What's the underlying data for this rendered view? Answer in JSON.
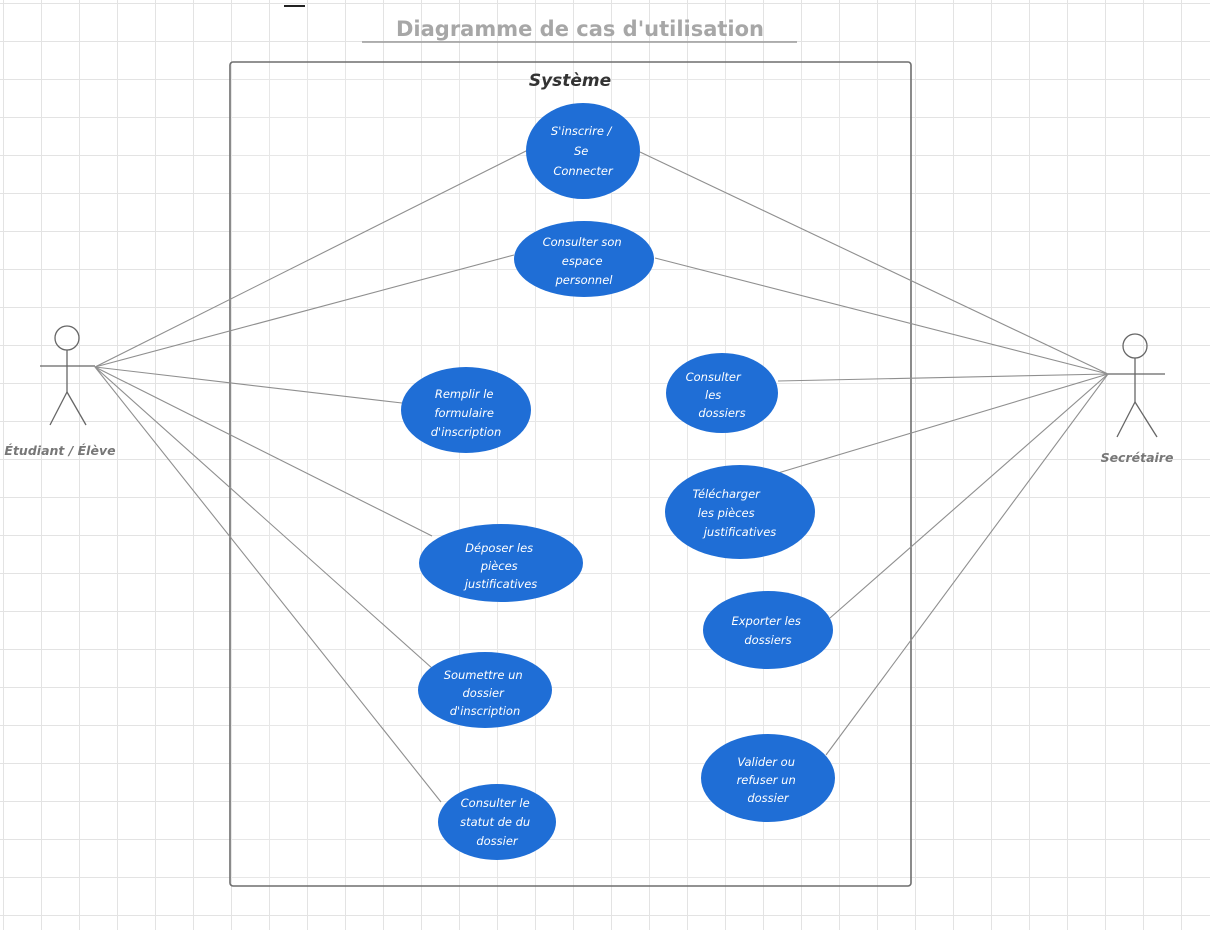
{
  "title": "Diagramme de cas d'utilisation",
  "system_label": "Système",
  "colors": {
    "use_case_fill": "#1f6ed6",
    "use_case_text": "#ffffff",
    "line": "#8f8f8f",
    "title": "#a7a7a7"
  },
  "actors": {
    "student": {
      "label": "Étudiant / Élève",
      "icon": "stick-figure"
    },
    "secretary": {
      "label": "Secrétaire",
      "icon": "stick-figure"
    }
  },
  "use_cases": {
    "signin": [
      "S'inscrire /",
      "Se",
      "Connecter"
    ],
    "space": [
      "Consulter son",
      "espace",
      "personnel"
    ],
    "fill_form": [
      "Remplir le",
      "formulaire",
      "d'inscription"
    ],
    "upload_docs": [
      "Déposer les",
      "pièces",
      "justificatives"
    ],
    "submit": [
      "Soumettre un",
      "dossier",
      "d'inscription"
    ],
    "status": [
      "Consulter le",
      "statut de du",
      "dossier"
    ],
    "view_files": [
      "Consulter",
      "les",
      "dossiers"
    ],
    "download": [
      "Télécharger",
      "les pièces",
      "justificatives"
    ],
    "export": [
      "Exporter les",
      "dossiers"
    ],
    "validate": [
      "Valider ou",
      "refuser un",
      "dossier"
    ]
  }
}
